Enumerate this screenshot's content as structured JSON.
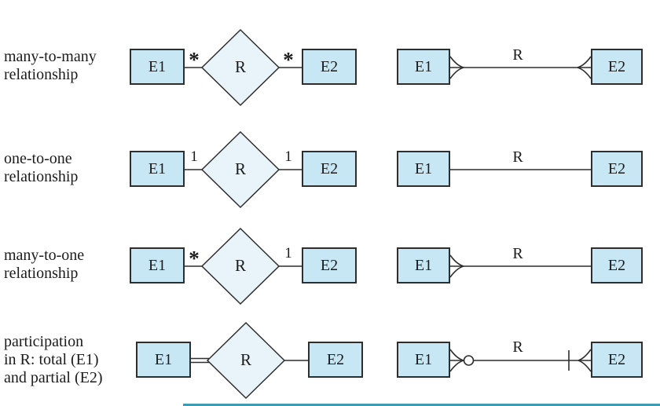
{
  "figure": {
    "description": "Comparison of E-R diamond notation and crow's-foot notation for relationship cardinalities",
    "rows": [
      {
        "label_lines": [
          "many-to-many",
          "relationship"
        ],
        "er": {
          "e1": "E1",
          "rel": "R",
          "e2": "E2",
          "card_e1": "*",
          "card_e2": "*",
          "e1_link": "single",
          "e2_link": "single"
        },
        "crow": {
          "e1": "E1",
          "rel": "R",
          "e2": "E2",
          "e1_end": "many (crow's foot)",
          "e2_end": "many (crow's foot)"
        }
      },
      {
        "label_lines": [
          "one-to-one",
          "relationship"
        ],
        "er": {
          "e1": "E1",
          "rel": "R",
          "e2": "E2",
          "card_e1": "1",
          "card_e2": "1",
          "e1_link": "single",
          "e2_link": "single"
        },
        "crow": {
          "e1": "E1",
          "rel": "R",
          "e2": "E2",
          "e1_end": "one (plain line)",
          "e2_end": "one (plain line)"
        }
      },
      {
        "label_lines": [
          "many-to-one",
          "relationship"
        ],
        "er": {
          "e1": "E1",
          "rel": "R",
          "e2": "E2",
          "card_e1": "*",
          "card_e2": "1",
          "e1_link": "single",
          "e2_link": "single"
        },
        "crow": {
          "e1": "E1",
          "rel": "R",
          "e2": "E2",
          "e1_end": "many (crow's foot)",
          "e2_end": "one (plain line)"
        }
      },
      {
        "label_lines": [
          "participation",
          "in R: total (E1)",
          "and partial (E2)"
        ],
        "er": {
          "e1": "E1",
          "rel": "R",
          "e2": "E2",
          "card_e1": "",
          "card_e2": "",
          "e1_link": "double (total)",
          "e2_link": "single (partial)"
        },
        "crow": {
          "e1": "E1",
          "rel": "R",
          "e2": "E2",
          "e1_end": "many with circle (partial)",
          "e2_end": "many with bar (total)"
        }
      }
    ],
    "colors": {
      "entity_fill": "#c8e7f4",
      "diamond_fill": "#e9f4fa",
      "stroke": "#2e2e2e",
      "accent_rule": "#3c9bb5"
    }
  }
}
